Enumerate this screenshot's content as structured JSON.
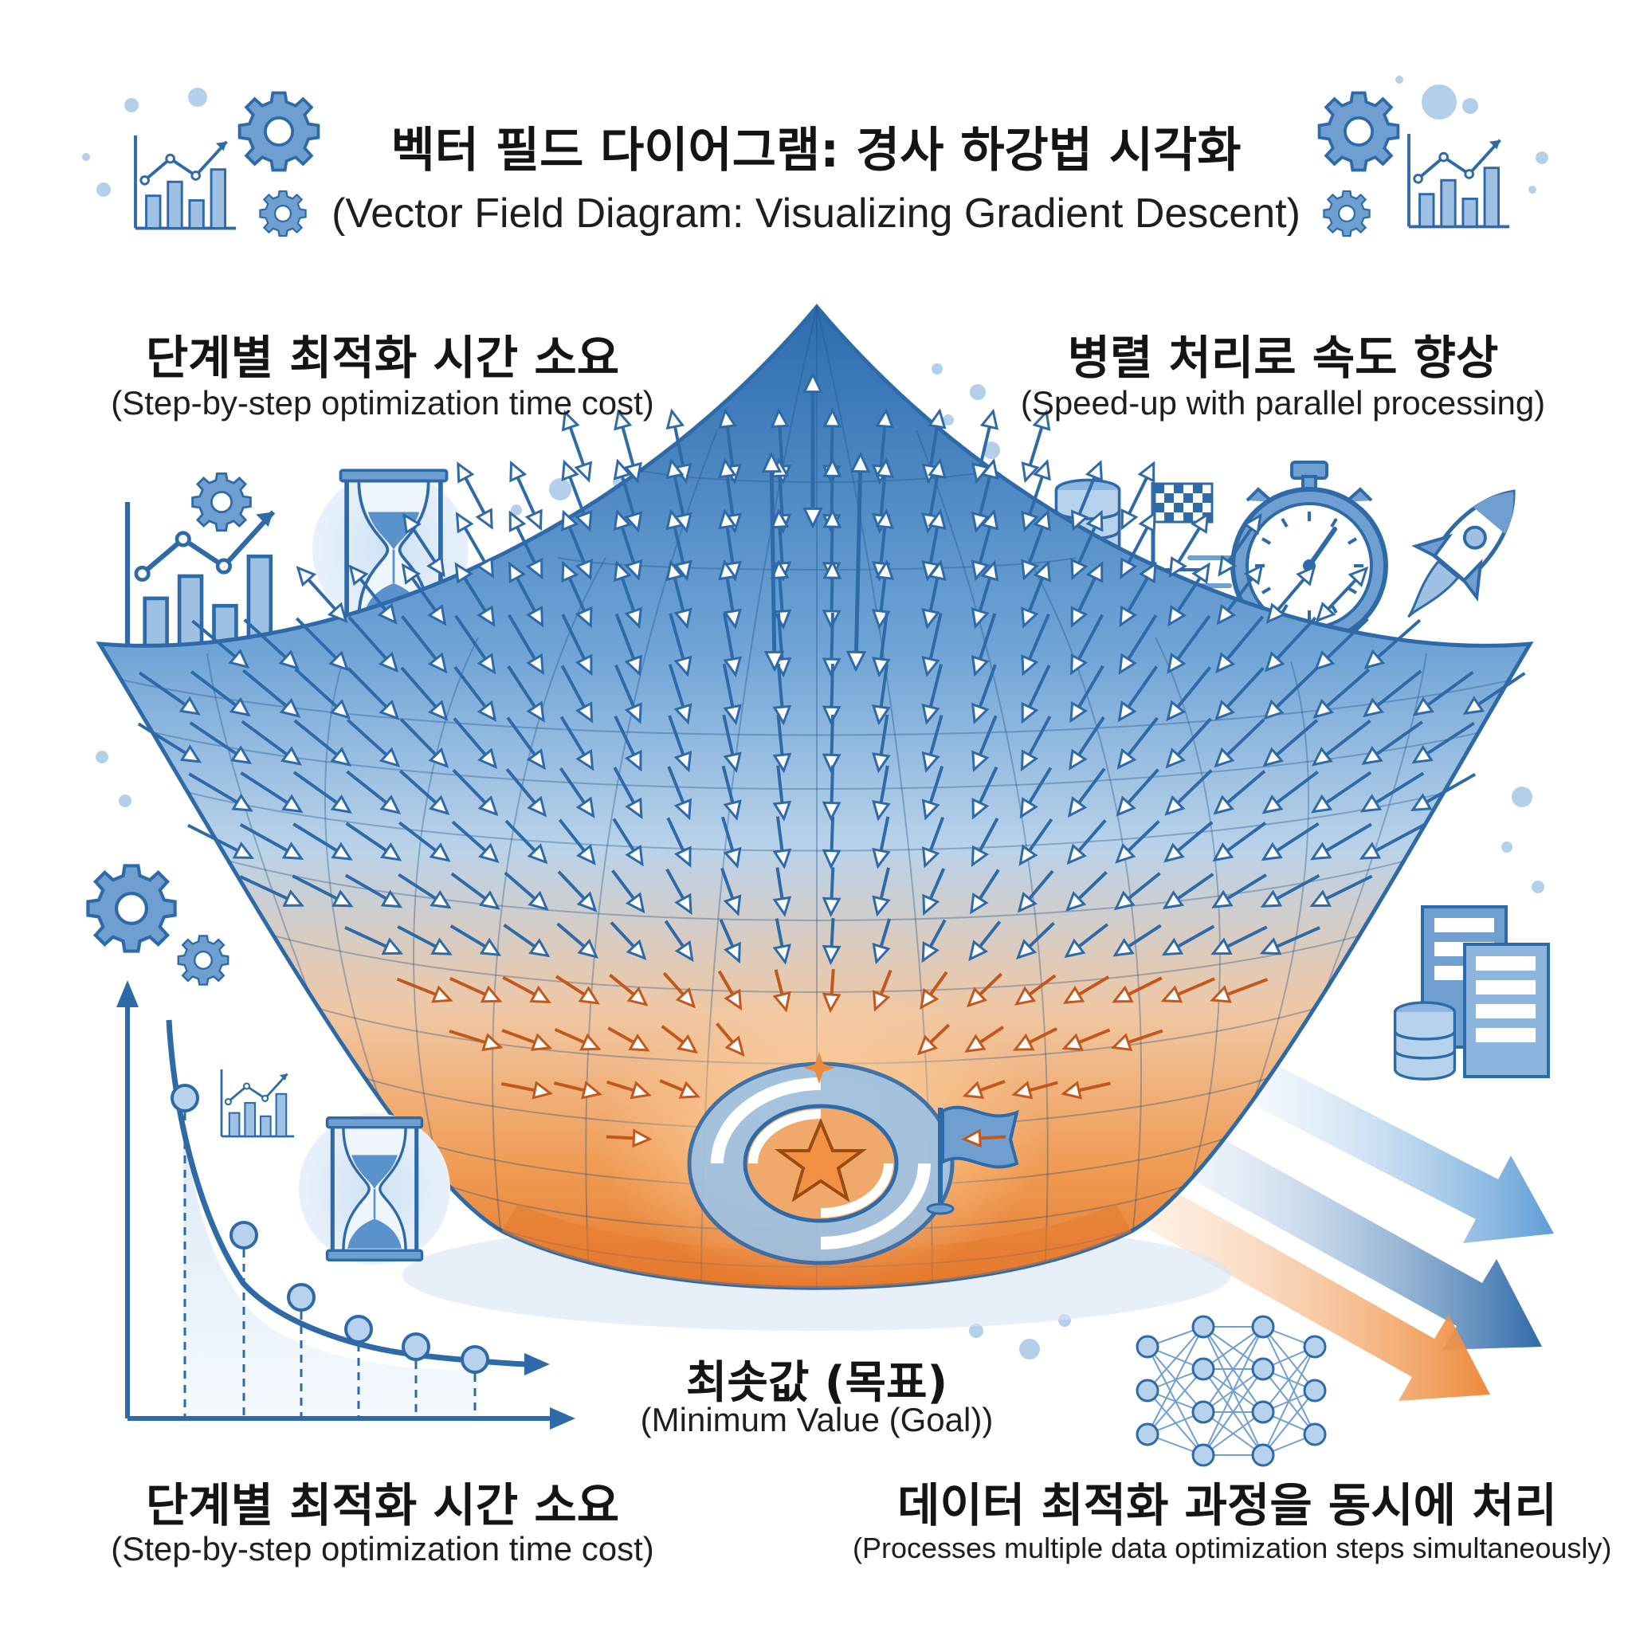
{
  "title": {
    "korean": "벡터 필드 다이어그램: 경사 하강법 시각화",
    "english": "(Vector Field Diagram: Visualizing Gradient Descent)"
  },
  "top_left": {
    "korean": "단계별 최적화 시간 소요",
    "english": "(Step-by-step optimization time cost)"
  },
  "top_right": {
    "korean": "병렬 처리로 속도 향상",
    "english": "(Speed-up with parallel processing)"
  },
  "center": {
    "korean": "최솟값 (목표)",
    "english": "(Minimum Value (Goal))"
  },
  "bottom_left": {
    "korean": "단계별 최적화 시간 소요",
    "english": "(Step-by-step optimization time cost)"
  },
  "bottom_right": {
    "korean": "데이터 최적화 과정을 동시에 처리",
    "english": "(Processes multiple data optimization steps simultaneously)"
  },
  "colors": {
    "primary_blue": "#2f6aa8",
    "light_blue": "#bcd6ee",
    "accent_orange": "#ee8a3c",
    "text": "#141414"
  },
  "icons": [
    "gear-icon",
    "bar-chart-icon",
    "hourglass-icon",
    "database-icon",
    "checkered-flag-icon",
    "stopwatch-icon",
    "rocket-icon",
    "server-rack-icon",
    "neural-network-icon",
    "star-icon",
    "goal-flag-icon"
  ]
}
